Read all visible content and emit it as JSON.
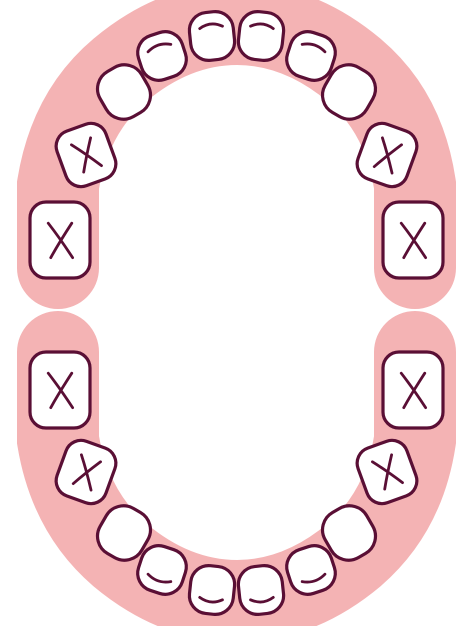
{
  "colors": {
    "gum": "#f4b3b4",
    "tooth_fill": "#ffffff",
    "outline": "#5a0f35",
    "background": "#ffffff"
  },
  "arches": [
    {
      "id": "upper",
      "name": "upper-arch",
      "teeth": [
        {
          "id": "u1",
          "type": "molar",
          "side": "left"
        },
        {
          "id": "u2",
          "type": "molar",
          "side": "left"
        },
        {
          "id": "u3",
          "type": "canine",
          "side": "left"
        },
        {
          "id": "u4",
          "type": "incisor",
          "side": "left"
        },
        {
          "id": "u5",
          "type": "incisor",
          "side": "left"
        },
        {
          "id": "u6",
          "type": "incisor",
          "side": "right"
        },
        {
          "id": "u7",
          "type": "incisor",
          "side": "right"
        },
        {
          "id": "u8",
          "type": "canine",
          "side": "right"
        },
        {
          "id": "u9",
          "type": "molar",
          "side": "right"
        },
        {
          "id": "u10",
          "type": "molar",
          "side": "right"
        }
      ]
    },
    {
      "id": "lower",
      "name": "lower-arch",
      "teeth": [
        {
          "id": "l1",
          "type": "molar",
          "side": "left"
        },
        {
          "id": "l2",
          "type": "molar",
          "side": "left"
        },
        {
          "id": "l3",
          "type": "canine",
          "side": "left"
        },
        {
          "id": "l4",
          "type": "incisor",
          "side": "left"
        },
        {
          "id": "l5",
          "type": "incisor",
          "side": "left"
        },
        {
          "id": "l6",
          "type": "incisor",
          "side": "right"
        },
        {
          "id": "l7",
          "type": "incisor",
          "side": "right"
        },
        {
          "id": "l8",
          "type": "canine",
          "side": "right"
        },
        {
          "id": "l9",
          "type": "molar",
          "side": "right"
        },
        {
          "id": "l10",
          "type": "molar",
          "side": "right"
        }
      ]
    }
  ]
}
